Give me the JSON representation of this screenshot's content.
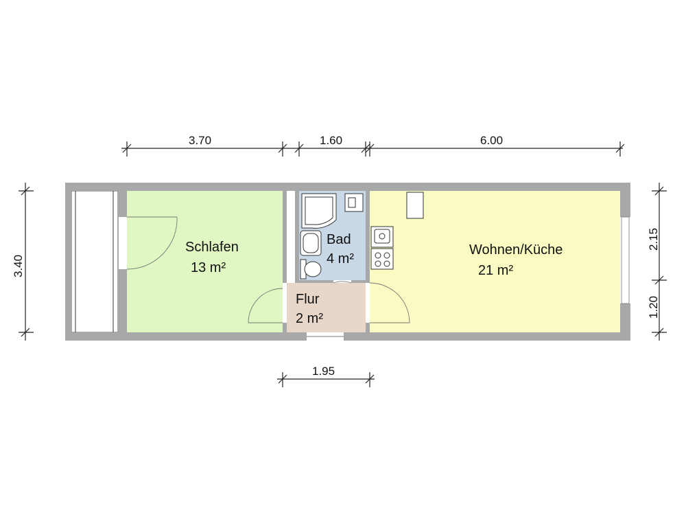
{
  "rooms": {
    "schlafen": {
      "name": "Schlafen",
      "area": "13 m²",
      "color": "#e0f7c4"
    },
    "bad": {
      "name": "Bad",
      "area": "4 m²",
      "color": "#c9d8e6"
    },
    "flur": {
      "name": "Flur",
      "area": "2 m²",
      "color": "#e8d6c8"
    },
    "wohnen": {
      "name": "Wohnen/Küche",
      "area": "21 m²",
      "color": "#fafac3"
    }
  },
  "dimensions": {
    "top": [
      "3.70",
      "1.60",
      "6.00"
    ],
    "left": "3.40",
    "right": [
      "2.15",
      "1.20"
    ],
    "bottom": "1.95"
  },
  "colors": {
    "wall": "#a8a8a8"
  }
}
